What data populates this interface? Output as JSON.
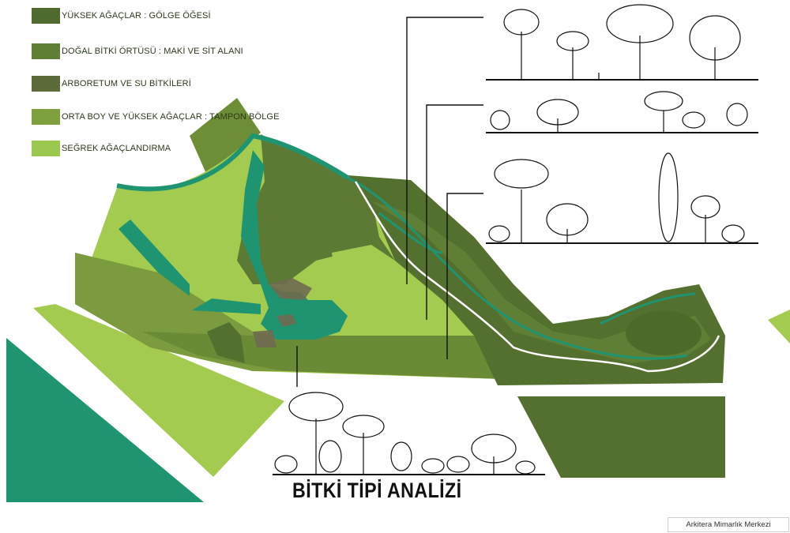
{
  "legend": [
    {
      "label": "YÜKSEK AĞAÇLAR : GÖLGE ÖĞESİ",
      "color": "#4f6a2e"
    },
    {
      "label": "DOĞAL BİTKİ ÖRTÜSÜ : MAKİ VE SİT ALANI",
      "color": "#5f7f36"
    },
    {
      "label": "ARBORETUM VE SU BİTKİLERİ",
      "color": "#5d6a3a"
    },
    {
      "label": "ORTA BOY VE YÜKSEK AĞAÇLAR : TAMPON BÖLGE",
      "color": "#7ea13e"
    },
    {
      "label": "SEĞREK AĞAÇLANDIRMA",
      "color": "#9bc84e"
    }
  ],
  "title": "BİTKİ TİPİ ANALİZİ",
  "credit": "Arkitera Mimarlık Merkezi",
  "colors": {
    "dark_green": "#53702f",
    "mid_green": "#6d8e37",
    "olive": "#7c9a3e",
    "light_green": "#a3cb4f",
    "water": "#1f9470",
    "arboretum": "#7a6a56"
  }
}
